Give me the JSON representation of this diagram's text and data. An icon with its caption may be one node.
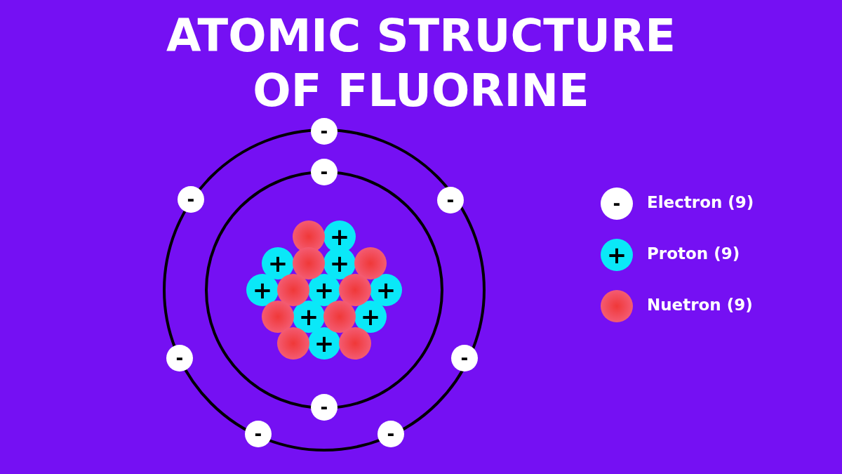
{
  "diagram": {
    "title": "ATOMIC STRUCTURE OF FLUORINE",
    "nodes": [
      {
        "text": [
          "-"
        ]
      },
      {
        "text": [
          "-"
        ]
      },
      {
        "text": [
          "-"
        ]
      },
      {
        "text": [
          "-"
        ]
      },
      {
        "text": [
          "-"
        ]
      },
      {
        "text": [
          "-"
        ]
      },
      {
        "text": [
          "-"
        ]
      },
      {
        "text": [
          "-"
        ]
      },
      {
        "text": [
          "-"
        ]
      },
      {
        "text": [
          "+"
        ]
      },
      {
        "text": [
          "+"
        ]
      },
      {
        "text": [
          "+"
        ]
      },
      {
        "text": [
          "+"
        ]
      },
      {
        "text": [
          "+"
        ]
      },
      {
        "text": [
          "+"
        ]
      },
      {
        "text": [
          "+"
        ]
      },
      {
        "text": [
          "+"
        ]
      },
      {
        "text": [
          "+"
        ]
      },
      {
        "text": [],
        "shape": "circle"
      },
      {
        "text": [],
        "shape": "circle"
      },
      {
        "text": [],
        "shape": "circle"
      },
      {
        "text": [],
        "shape": "circle"
      },
      {
        "text": [],
        "shape": "circle"
      },
      {
        "text": [],
        "shape": "circle"
      },
      {
        "text": [],
        "shape": "circle"
      },
      {
        "text": [],
        "shape": "circle"
      },
      {
        "text": [],
        "shape": "circle"
      }
    ],
    "labels": [
      "-",
      "+"
    ],
    "legend": [
      {
        "text": "Electron (9)"
      },
      {
        "text": "Proton (9)"
      },
      {
        "text": "Nuetron (9)"
      }
    ]
  }
}
